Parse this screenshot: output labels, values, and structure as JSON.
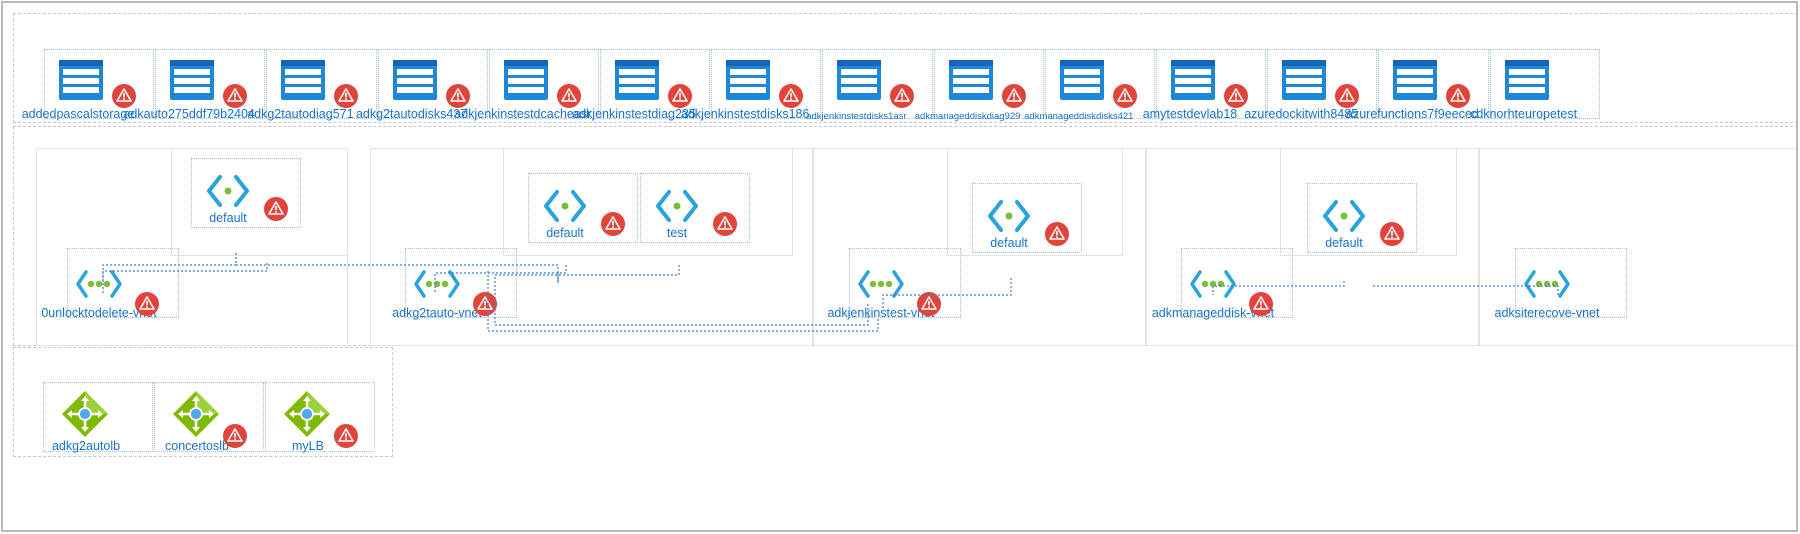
{
  "storage_accounts": [
    {
      "label": "addedpascalstorage",
      "warning": true,
      "small": false
    },
    {
      "label": "adkauto275ddf79b2404",
      "warning": true,
      "small": false
    },
    {
      "label": "adkg2tautodiag571",
      "warning": true,
      "small": false
    },
    {
      "label": "adkg2tautodisks437",
      "warning": true,
      "small": false
    },
    {
      "label": "adkjenkinstestdcacheasr",
      "warning": true,
      "small": false
    },
    {
      "label": "adkjenkinstestdiag235",
      "warning": true,
      "small": false
    },
    {
      "label": "adkjenkinstestdisks186",
      "warning": true,
      "small": false
    },
    {
      "label": "adkjenkinstestdisks1asr",
      "warning": true,
      "small": true
    },
    {
      "label": "adkmanageddiskdiag929",
      "warning": true,
      "small": true
    },
    {
      "label": "adkmanageddiskdisks421",
      "warning": true,
      "small": true
    },
    {
      "label": "amytestdevlab18",
      "warning": true,
      "small": false
    },
    {
      "label": "azuredockitwith8485",
      "warning": true,
      "small": false
    },
    {
      "label": "azurefunctions7f9eeced",
      "warning": true,
      "small": false
    },
    {
      "label": "cdknorhteuropetest",
      "warning": false,
      "small": false
    }
  ],
  "vnets": [
    {
      "label": "0unlocktodelete-vnet",
      "subnets": [
        {
          "label": "default"
        }
      ]
    },
    {
      "label": "adkg2tauto-vnet",
      "subnets": [
        {
          "label": "default"
        },
        {
          "label": "test"
        }
      ]
    },
    {
      "label": "adkjenkinstest-vnet",
      "subnets": [
        {
          "label": "default"
        }
      ]
    },
    {
      "label": "adkmanageddisk-vnet",
      "subnets": [
        {
          "label": "default"
        }
      ]
    },
    {
      "label": "adksiterecove-vnet",
      "subnets": []
    }
  ],
  "load_balancers": [
    {
      "label": "adkg2autolb",
      "warning": false
    },
    {
      "label": "concertoslb",
      "warning": true
    },
    {
      "label": "myLB",
      "warning": true
    }
  ],
  "colors": {
    "label": "#1a73c9",
    "storage_icon": "#1e88d8",
    "subnet_icon": "#2aa3dc",
    "subnet_dot": "#7dbd3b",
    "warning": "#e0443a",
    "lb_icon": "#7fba00",
    "connector": "#3b7fd1"
  },
  "icons": {
    "storage": "storage-account-icon",
    "subnet": "subnet-icon",
    "vnet": "virtual-network-icon",
    "load_balancer": "load-balancer-icon",
    "warning": "warning-icon"
  }
}
